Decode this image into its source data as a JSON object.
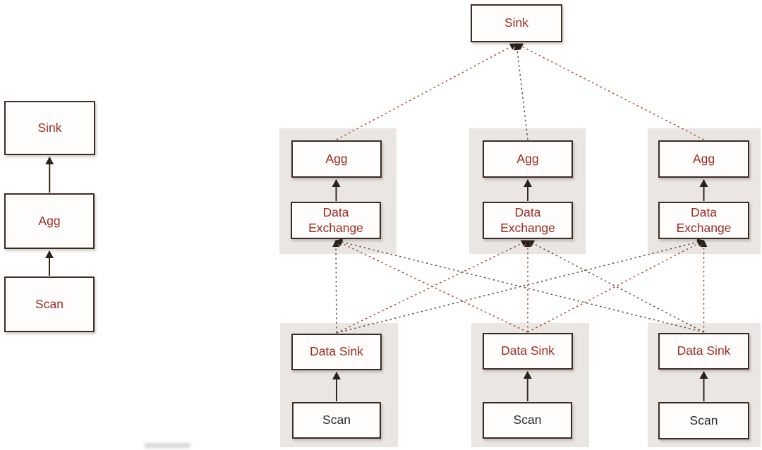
{
  "title": "query-plan-diagram",
  "colors": {
    "background": "#ffffff",
    "panel": "#e9e6e3",
    "box_fill": "#fffdfb",
    "box_border": "#3b2c24",
    "text_maroon": "#9c2a23",
    "text_dark": "#2d2b2a",
    "edge_solid": "#33261e",
    "edge_dark": "#5d4c42",
    "edge_red": "#a44a31",
    "arrowhead": "#2c211a"
  },
  "nodes": [
    {
      "id": "left-sink",
      "label": "Sink",
      "text_color": "maroon"
    },
    {
      "id": "left-agg",
      "label": "Agg",
      "text_color": "maroon"
    },
    {
      "id": "left-scan",
      "label": "Scan",
      "text_color": "maroon"
    },
    {
      "id": "top-sink",
      "label": "Sink",
      "text_color": "maroon"
    },
    {
      "id": "agg-1",
      "label": "Agg",
      "text_color": "maroon"
    },
    {
      "id": "exchange-1",
      "label": "Data Exchange",
      "text_color": "maroon"
    },
    {
      "id": "agg-2",
      "label": "Agg",
      "text_color": "maroon"
    },
    {
      "id": "exchange-2",
      "label": "Data Exchange",
      "text_color": "maroon"
    },
    {
      "id": "agg-3",
      "label": "Agg",
      "text_color": "maroon"
    },
    {
      "id": "exchange-3",
      "label": "Data Exchange",
      "text_color": "maroon"
    },
    {
      "id": "datasink-1",
      "label": "Data Sink",
      "text_color": "maroon"
    },
    {
      "id": "scan-1",
      "label": "Scan",
      "text_color": "dark"
    },
    {
      "id": "datasink-2",
      "label": "Data Sink",
      "text_color": "maroon"
    },
    {
      "id": "scan-2",
      "label": "Scan",
      "text_color": "dark"
    },
    {
      "id": "datasink-3",
      "label": "Data Sink",
      "text_color": "maroon"
    },
    {
      "id": "scan-3",
      "label": "Scan",
      "text_color": "dark"
    }
  ],
  "edges": {
    "solid": [
      {
        "from": "left-scan",
        "to": "left-agg"
      },
      {
        "from": "left-agg",
        "to": "left-sink"
      },
      {
        "from": "exchange-1",
        "to": "agg-1"
      },
      {
        "from": "exchange-2",
        "to": "agg-2"
      },
      {
        "from": "exchange-3",
        "to": "agg-3"
      },
      {
        "from": "scan-1",
        "to": "datasink-1"
      },
      {
        "from": "scan-2",
        "to": "datasink-2"
      },
      {
        "from": "scan-3",
        "to": "datasink-3"
      }
    ],
    "dashed": [
      {
        "from": "agg-1",
        "to": "top-sink",
        "color": "red"
      },
      {
        "from": "agg-2",
        "to": "top-sink",
        "color": "dark"
      },
      {
        "from": "agg-3",
        "to": "top-sink",
        "color": "red"
      },
      {
        "from": "datasink-1",
        "to": "exchange-1",
        "color": "dark"
      },
      {
        "from": "datasink-1",
        "to": "exchange-2",
        "color": "red"
      },
      {
        "from": "datasink-1",
        "to": "exchange-3",
        "color": "dark"
      },
      {
        "from": "datasink-2",
        "to": "exchange-1",
        "color": "red"
      },
      {
        "from": "datasink-2",
        "to": "exchange-2",
        "color": "red"
      },
      {
        "from": "datasink-2",
        "to": "exchange-3",
        "color": "red"
      },
      {
        "from": "datasink-3",
        "to": "exchange-1",
        "color": "dark"
      },
      {
        "from": "datasink-3",
        "to": "exchange-2",
        "color": "dark"
      },
      {
        "from": "datasink-3",
        "to": "exchange-3",
        "color": "red"
      }
    ]
  }
}
